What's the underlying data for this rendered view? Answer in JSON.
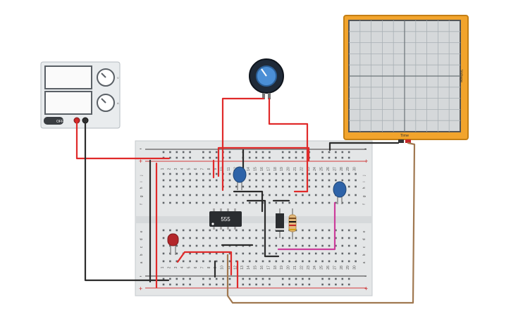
{
  "psu": {
    "off_label": "OFF",
    "readout_a_unit": "V",
    "readout_b_unit": "A"
  },
  "breadboard": {
    "columns_top": [
      "1",
      "2",
      "3",
      "4",
      "5",
      "6",
      "7",
      "8",
      "9",
      "10",
      "11",
      "12",
      "13",
      "14",
      "15",
      "16",
      "17",
      "18",
      "19",
      "20",
      "21",
      "22",
      "23",
      "24",
      "25",
      "26",
      "27",
      "28",
      "29",
      "30"
    ],
    "rows_top": [
      "j",
      "i",
      "h",
      "g",
      "f"
    ],
    "rows_bottom": [
      "e",
      "d",
      "c",
      "b",
      "a"
    ],
    "rail_plus": "+",
    "rail_minus": "-"
  },
  "ic": {
    "label": "555"
  },
  "oscilloscope": {
    "ylabel": "Voltage",
    "xlabel": "Time"
  },
  "colors": {
    "red_wire": "#e02a2a",
    "black_wire": "#2b2b2b",
    "magenta_wire": "#cc3d9b",
    "brown_wire": "#a07850",
    "scope_frame": "#f2a42c",
    "cap_blue": "#2e63a8",
    "led_red": "#b3262a"
  }
}
